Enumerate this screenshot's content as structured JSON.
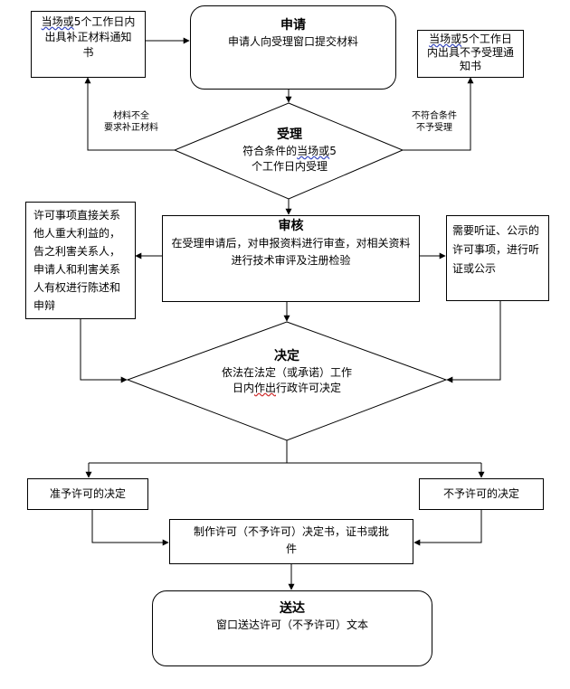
{
  "top_left_box": {
    "p1": "当场或",
    "p2": "5个工作日内出具补正材料通知书"
  },
  "apply": {
    "title": "申请",
    "text": "申请人向受理窗口提交材料"
  },
  "top_right_box": {
    "p1": "当场或",
    "p2": "5个工作日内出具不予受理通知书"
  },
  "label_incomplete": {
    "line1": "材料不全",
    "line2": "要求补正材料"
  },
  "label_not_qualified": {
    "line1": "不符合条件",
    "line2": "不予受理"
  },
  "accept": {
    "title": "受理",
    "line1a": "符合条件的",
    "line1b": "当场或",
    "line1c": "5",
    "line2": "个工作日内受理"
  },
  "review": {
    "title": "审核",
    "text": "在受理申请后，对申报资料进行审查，对相关资料进行技术审评及注册检验"
  },
  "left_box": {
    "text": "许可事项直接关系他人重大利益的，告之利害关系人，申请人和利害关系人有权进行陈述和申辩"
  },
  "right_box": {
    "text": "需要听证、公示的许可事项，进行听证或公示"
  },
  "decision": {
    "title": "决定",
    "line1": "依法在法定（或承诺）工作",
    "line2a": "日内",
    "line2b": "作出",
    "line2c": "行政许可决定"
  },
  "grant": {
    "text": "准予许可的决定"
  },
  "deny": {
    "text": "不予许可的决定"
  },
  "make_doc": {
    "text": "制作许可（不予许可）决定书，证书或批件"
  },
  "deliver": {
    "title": "送达",
    "text": "窗口送达许可（不予许可）文本"
  }
}
